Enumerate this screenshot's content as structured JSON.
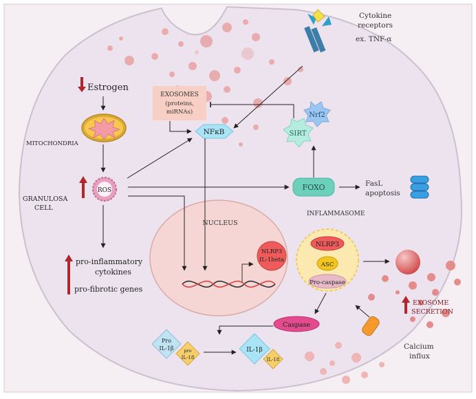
{
  "labels": {
    "cytokine_receptors_line1": "Cytokine",
    "cytokine_receptors_line2": "receptors",
    "cytokine_example": "ex. TNF-α",
    "estrogen": "Estrogen",
    "mitochondria": "MITOCHONDRIA",
    "granulosa_line1": "GRANULOSA",
    "granulosa_line2": "CELL",
    "exosomes_line1": "EXOSOMES",
    "exosomes_line2": "(proteins,",
    "exosomes_line3": "miRNAs)",
    "nfkb": "NFκB",
    "sirt": "SIRT",
    "nrf2": "Nrf2",
    "ros": "ROS",
    "foxo": "FOXO",
    "fasl_line1": "FasL",
    "fasl_line2": "apoptosis",
    "nucleus": "NUCLEUS",
    "inflammasome": "INFLAMMASOME",
    "nlrp3_gene_line1": "NLRP3",
    "nlrp3_gene_line2": "IL-1beta",
    "nlrp3": "NLRP3",
    "asc": "ASC",
    "procaspase": "Pro-caspase",
    "caspase": "Caspase",
    "pro_il1b_line1": "Pro",
    "pro_il1b_line2": "IL-1β",
    "pro_il18_line1": "pro",
    "pro_il18_line2": "IL-18",
    "il1b": "IL-1β",
    "il18": "IL-18",
    "proinflam_line1": "pro-inflammatory",
    "proinflam_line2": "cytokines",
    "profibrotic": "pro-fibrotic genes",
    "exosome_secretion_line1": "EXOSOME",
    "exosome_secretion_line2": "SECRETION",
    "calcium_line1": "Calcium",
    "calcium_line2": "influx"
  },
  "colors": {
    "cell_fill": "#ece3ee",
    "cell_stroke": "#c9bccd",
    "exosome_box": "#f7cfc4",
    "nfkb": "#a8e3f6",
    "sirt": "#b4ecdf",
    "nrf2": "#9cc6f2",
    "foxo": "#6dd0bb",
    "nucleus": "#f6d6d4",
    "nlrp3": "#ef5a5a",
    "asc": "#f3c51d",
    "procaspase": "#e7b9c9",
    "caspase": "#e24c8e",
    "up_arrow": "#b0262c",
    "mitochondria": "#f4c64a",
    "vesicle": "#e9a3a3"
  }
}
